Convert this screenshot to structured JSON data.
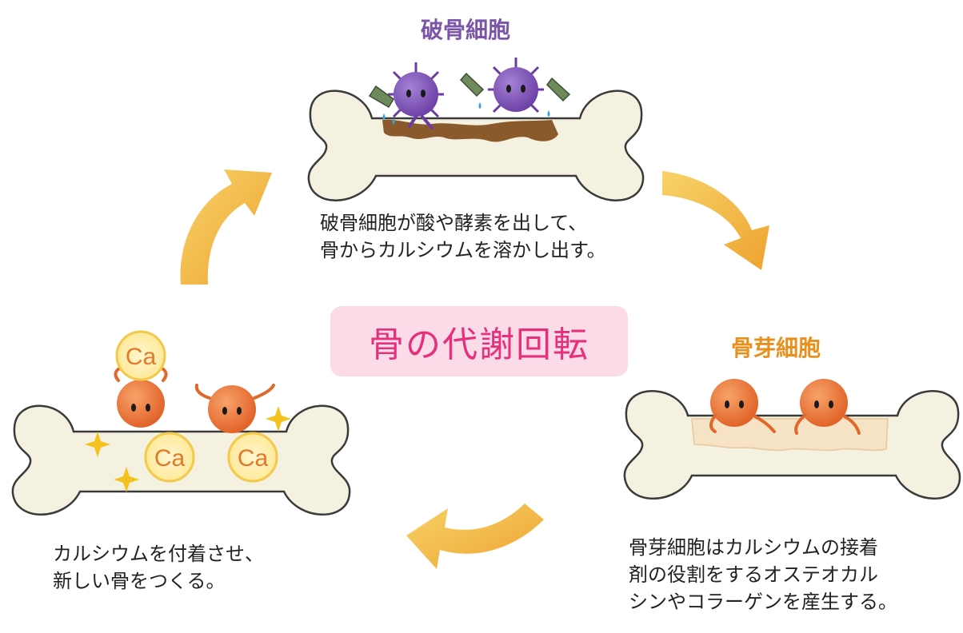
{
  "title": "骨の代謝回転",
  "stages": {
    "osteoclast": {
      "name": "破骨細胞",
      "lines": [
        "破骨細胞が酸や酵素を出して、",
        "骨からカルシウムを溶かし出す。"
      ]
    },
    "osteoblast": {
      "name": "骨芽細胞",
      "lines": [
        "骨芽細胞はカルシウムの接着",
        "剤の役割をするオステオカル",
        "シンやコラーゲンを産生する。"
      ]
    },
    "mineralization": {
      "lines": [
        "カルシウムを付着させ、",
        "新しい骨をつくる。"
      ]
    }
  },
  "calcium_label": "Ca",
  "colors": {
    "bone": "#f4f1e1",
    "bone_outline": "#3a3a3a",
    "osteoclast": "#7b4fb0",
    "osteoblast": "#e8783a",
    "arrow": "#f2b53a",
    "title_text": "#e5307c",
    "title_bg": "#fbdbe8"
  }
}
